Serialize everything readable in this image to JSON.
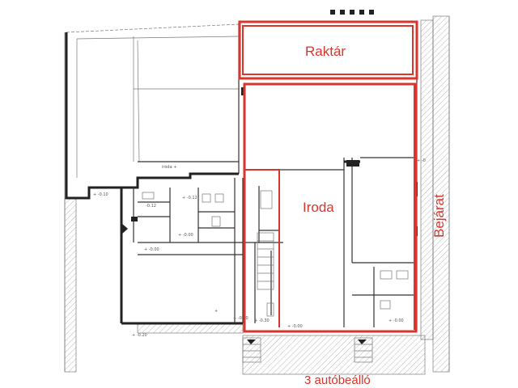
{
  "labels": {
    "storage": "Raktár",
    "office": "Iroda",
    "entrance": "Bejárat",
    "parking": "3 autóbeálló"
  },
  "colors": {
    "highlight": "#d9352c",
    "wall": "#333333"
  }
}
